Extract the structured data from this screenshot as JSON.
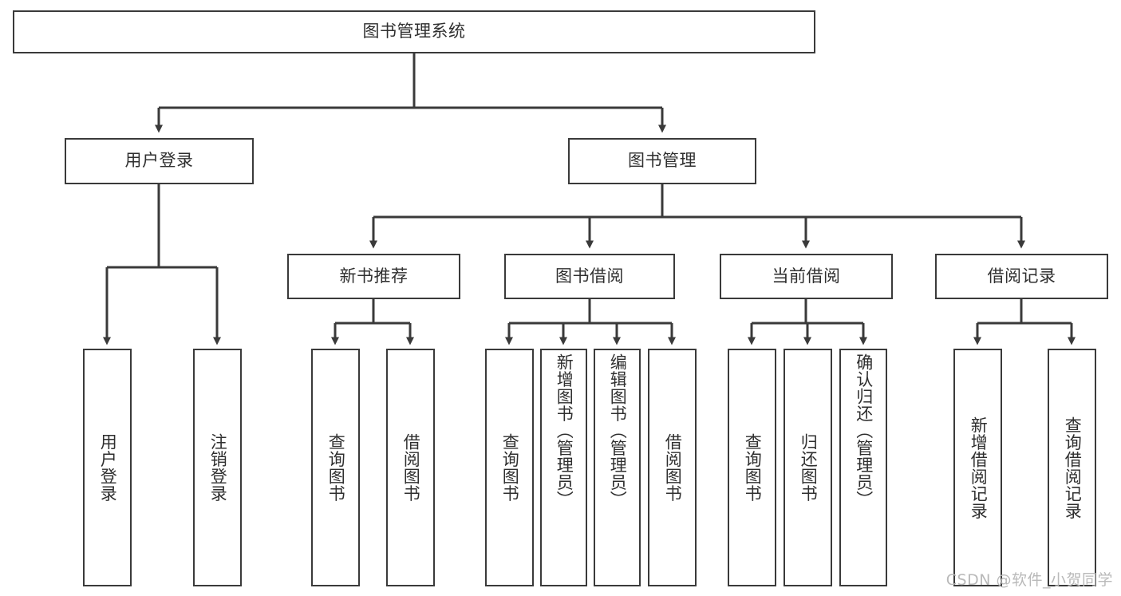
{
  "diagram": {
    "type": "tree",
    "title": "图书管理系统",
    "colors": {
      "box_border": "#3a3a3a",
      "box_fill": "#ffffff",
      "connector": "#3a3a3a",
      "text": "#2f2f2f",
      "watermark": "#b9b9b9",
      "background": "#ffffff"
    },
    "root": {
      "label": "图书管理系统"
    },
    "level2": [
      {
        "label": "用户登录"
      },
      {
        "label": "图书管理"
      }
    ],
    "level3": [
      {
        "label": "新书推荐"
      },
      {
        "label": "图书借阅"
      },
      {
        "label": "当前借阅"
      },
      {
        "label": "借阅记录"
      }
    ],
    "leaves": {
      "user_login": [
        {
          "label": "用户登录"
        },
        {
          "label": "注销登录"
        }
      ],
      "new_book_recommend": [
        {
          "label": "查询图书"
        },
        {
          "label": "借阅图书"
        }
      ],
      "book_borrow": [
        {
          "label": "查询图书"
        },
        {
          "label": "新增图书（管理员）"
        },
        {
          "label": "编辑图书（管理员）"
        },
        {
          "label": "借阅图书"
        }
      ],
      "current_borrow": [
        {
          "label": "查询图书"
        },
        {
          "label": "归还图书"
        },
        {
          "label": "确认归还（管理员）"
        }
      ],
      "borrow_record": [
        {
          "label": "新增借阅记录"
        },
        {
          "label": "查询借阅记录"
        }
      ]
    }
  },
  "watermark": {
    "text": "CSDN @软件_小贺同学"
  }
}
